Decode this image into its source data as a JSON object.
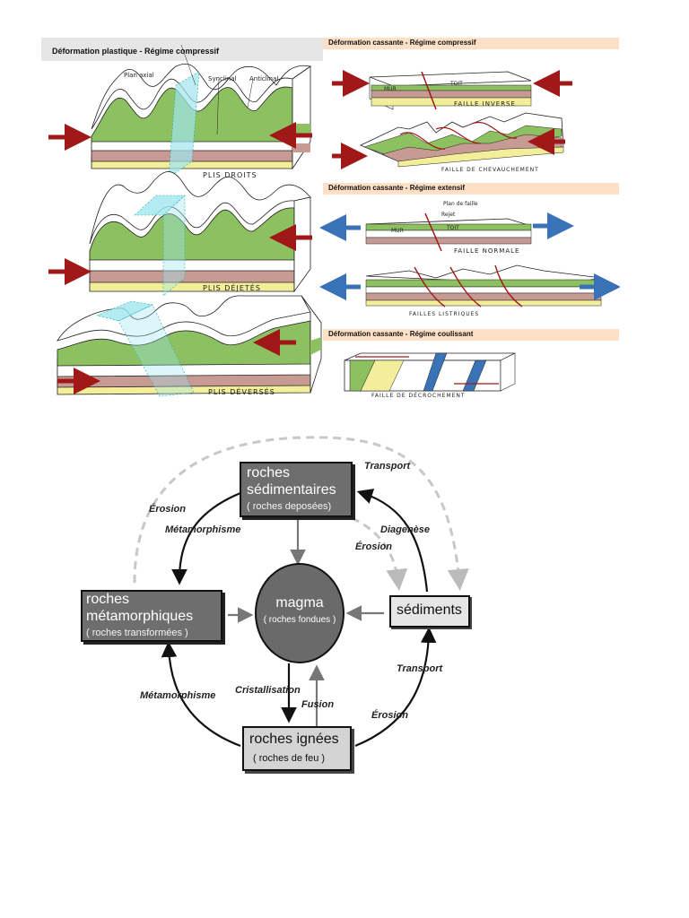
{
  "top": {
    "plastic_header": "Déformation plastique - Régime compressif",
    "labels": {
      "plan_axial": "Plan axial",
      "synclinal": "Synclinal",
      "anticlinal": "Anticlinal",
      "plis_droits": "PLIS DROITS",
      "plis_dejetes": "PLIS DÉJETÉS",
      "plis_deverses": "PLIS DÉVERSÉS"
    },
    "brittle_compressive_header": "Déformation cassante - Régime compressif",
    "brittle_extensive_header": "Déformation cassante - Régime extensif",
    "brittle_strike_header": "Déformation cassante - Régime coulissant",
    "fault_labels": {
      "toit": "TOIT",
      "mur": "MUR",
      "faille_inverse": "FAILLE INVERSE",
      "faille_chevauchement": "FAILLE DE CHEVAUCHEMENT",
      "plan_de_faille": "Plan de faille",
      "rejet": "Rejet",
      "faille_normale": "FAILLE NORMALE",
      "failles_listriques": "FAILLES LISTRIQUES",
      "faille_decrochement": "FAILLE DE DÉCROCHEMENT"
    }
  },
  "cycle": {
    "nodes": {
      "sedimentaires": {
        "title_1": "roches",
        "title_2": "sédimentaires",
        "sub": "( roches deposées)"
      },
      "metamorphiques": {
        "title_1": "roches",
        "title_2": "métamorphiques",
        "sub": "( roches transformées )"
      },
      "magma": {
        "title": "magma",
        "sub": "( roches fondues )"
      },
      "sediments": {
        "title": "sédiments"
      },
      "ignees": {
        "title": "roches ignées",
        "sub": "( roches de feu )"
      }
    },
    "edges": {
      "transport_top": "Transport",
      "erosion_left": "Érosion",
      "metamorphisme_top": "Métamorphisme",
      "diagenese": "Diagenèse",
      "erosion_right": "Érosion",
      "metamorphisme_bottom": "Métamorphisme",
      "cristallisation": "Cristallisation",
      "fusion": "Fusion",
      "transport_bottom": "Transport",
      "erosion_bottom": "Érosion"
    }
  },
  "colors": {
    "green": "#8cc060",
    "pink": "#c89a94",
    "yellow": "#f2ee9a",
    "red_arrow": "#a01818",
    "blue_arrow": "#3a72b8",
    "cyan_plane": "#9fe6ee",
    "header_gray": "#e6e6e6",
    "header_peach": "#fde0c6",
    "node_dark": "#6e6e6e",
    "node_light": "#e6e6e6"
  }
}
